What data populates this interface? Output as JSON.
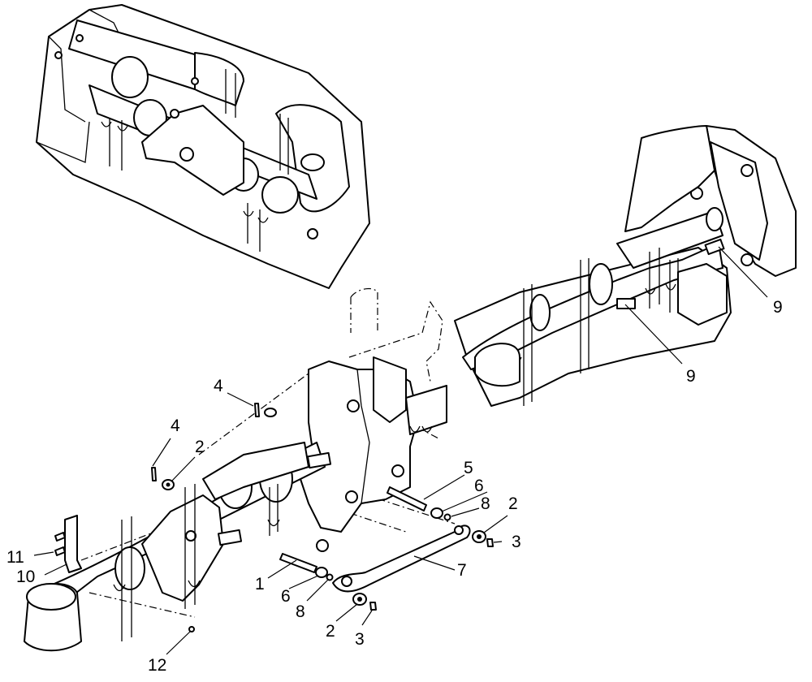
{
  "diagram": {
    "callouts": {
      "c1": "1",
      "c2a": "2",
      "c2b": "2",
      "c2c": "2",
      "c3a": "3",
      "c3b": "3",
      "c4a": "4",
      "c4b": "4",
      "c5": "5",
      "c6a": "6",
      "c6b": "6",
      "c7": "7",
      "c8a": "8",
      "c8b": "8",
      "c9a": "9",
      "c9b": "9",
      "c10": "10",
      "c11": "11",
      "c12": "12"
    }
  }
}
